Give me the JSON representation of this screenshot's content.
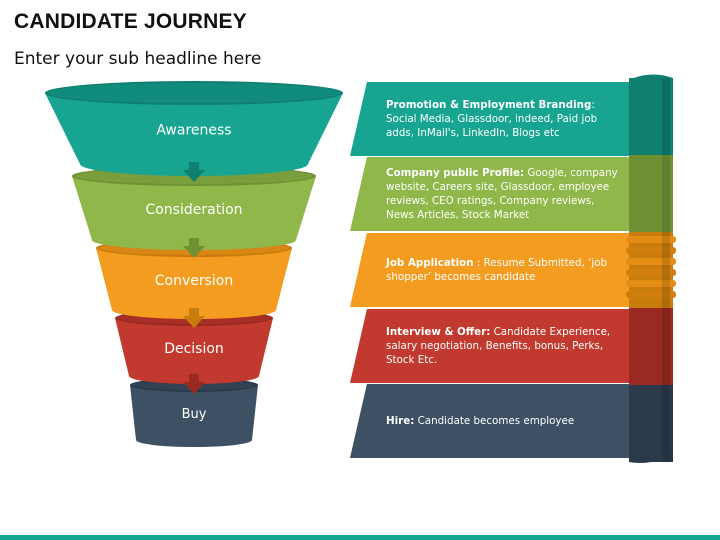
{
  "header": {
    "title": "CANDIDATE JOURNEY",
    "subtitle": "Enter your sub headline here"
  },
  "funnel": {
    "stages": [
      {
        "label": "Awareness",
        "color": "#17a592",
        "dark": "#0f7f70"
      },
      {
        "label": "Consideration",
        "color": "#8fb74a",
        "dark": "#6f9134"
      },
      {
        "label": "Conversion",
        "color": "#f39c1f",
        "dark": "#c97c0e"
      },
      {
        "label": "Decision",
        "color": "#c23a2f",
        "dark": "#982a22"
      },
      {
        "label": "Buy",
        "color": "#3e5064",
        "dark": "#2b3a4a"
      }
    ]
  },
  "details": [
    {
      "title": "Promotion & Employment Branding",
      "separator": ": ",
      "body": "Social Media, Glassdoor, indeed, Paid job adds, InMail's, LinkedIn, Blogs etc",
      "color": "#17a592"
    },
    {
      "title": "Company public Profile:",
      "separator": " ",
      "body": "Google, company website, Careers site, Glassdoor, employee reviews, CEO ratings, Company reviews, News Articles, Stock Market",
      "color": "#8fb74a"
    },
    {
      "title": "Job Application",
      "separator": " : ",
      "body": "Resume Submitted, ‘job shopper’ becomes candidate",
      "color": "#f39c1f"
    },
    {
      "title": "Interview & Offer:",
      "separator": " ",
      "body": "Candidate Experience, salary negotiation, Benefits, bonus, Perks, Stock Etc.",
      "color": "#c23a2f"
    },
    {
      "title": "Hire:",
      "separator": " ",
      "body": "Candidate becomes employee",
      "color": "#3e5064"
    }
  ]
}
